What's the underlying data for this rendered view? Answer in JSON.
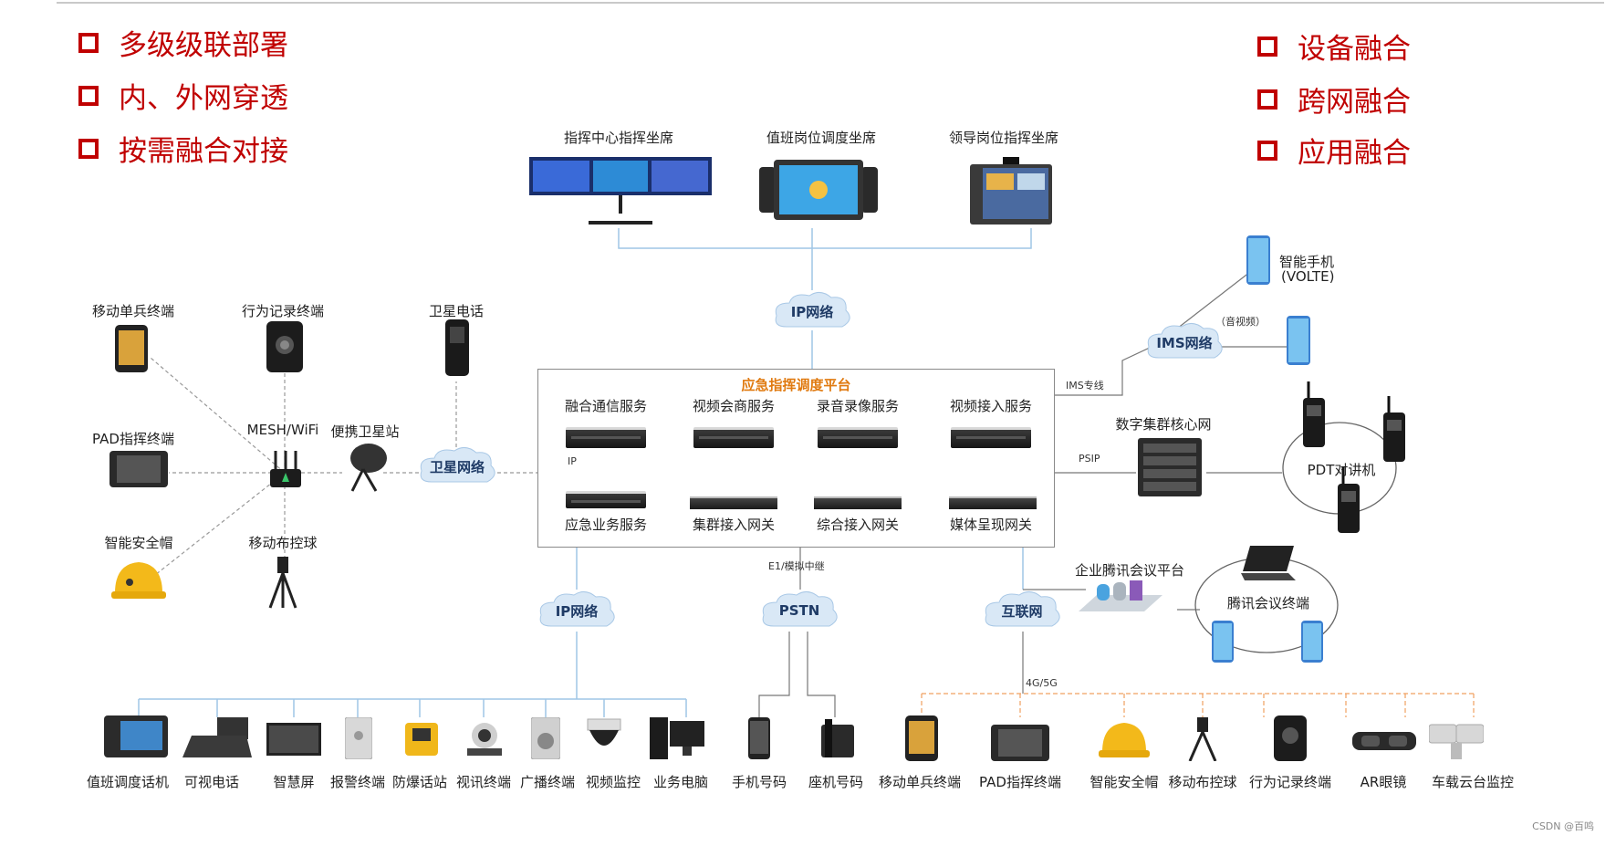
{
  "left_bullets": [
    "多级级联部署",
    "内、外网穿透",
    "按需融合对接"
  ],
  "right_bullets": [
    "设备融合",
    "跨网融合",
    "应用融合"
  ],
  "top_seats": {
    "command_center": "指挥中心指挥坐席",
    "duty_post": "值班岗位调度坐席",
    "leader_post": "领导岗位指挥坐席"
  },
  "clouds": {
    "ip_top": "IP网络",
    "satellite": "卫星网络",
    "ims": "IMS网络",
    "ip_bottom": "IP网络",
    "pstn": "PSTN",
    "internet": "互联网"
  },
  "platform": {
    "title": "应急指挥调度平台",
    "services_top": [
      "融合通信服务",
      "视频会商服务",
      "录音录像服务",
      "视频接入服务"
    ],
    "services_bottom": [
      "应急业务服务",
      "集群接入网关",
      "综合接入网关",
      "媒体呈现网关"
    ],
    "ip_label": "IP"
  },
  "left_devices": {
    "mobile_soldier": "移动单兵终端",
    "behavior_recorder": "行为记录终端",
    "satellite_phone": "卫星电话",
    "pad": "PAD指挥终端",
    "mesh": "MESH/WiFi",
    "portable_sat": "便携卫星站",
    "helmet": "智能安全帽",
    "mobile_ball": "移动布控球"
  },
  "right_side": {
    "smartphone": "智能手机",
    "volte": "(VOLTE)",
    "av": "（音视频）",
    "ims_line": "IMS专线",
    "digital_core": "数字集群核心网",
    "psip": "PSIP",
    "pdt": "PDT对讲机",
    "tencent_platform": "企业腾讯会议平台",
    "tencent_terminal": "腾讯会议终端"
  },
  "link_labels": {
    "e1": "E1/模拟中继",
    "g4g5": "4G/5G"
  },
  "bottom_devices": [
    "值班调度话机",
    "可视电话",
    "智慧屏",
    "报警终端",
    "防爆话站",
    "视讯终端",
    "广播终端",
    "视频监控",
    "业务电脑",
    "手机号码",
    "座机号码",
    "移动单兵终端",
    "PAD指挥终端",
    "智能安全帽",
    "移动布控球",
    "行为记录终端",
    "AR眼镜",
    "车载云台监控"
  ],
  "footer": "CSDN @百鸣",
  "colors": {
    "accent": "#c00000",
    "platform_title": "#e07a10",
    "cloud": "#dbe9f7",
    "line": "#9fc6e6",
    "dashed": "#999999",
    "orange_dashed": "#f0a060"
  }
}
